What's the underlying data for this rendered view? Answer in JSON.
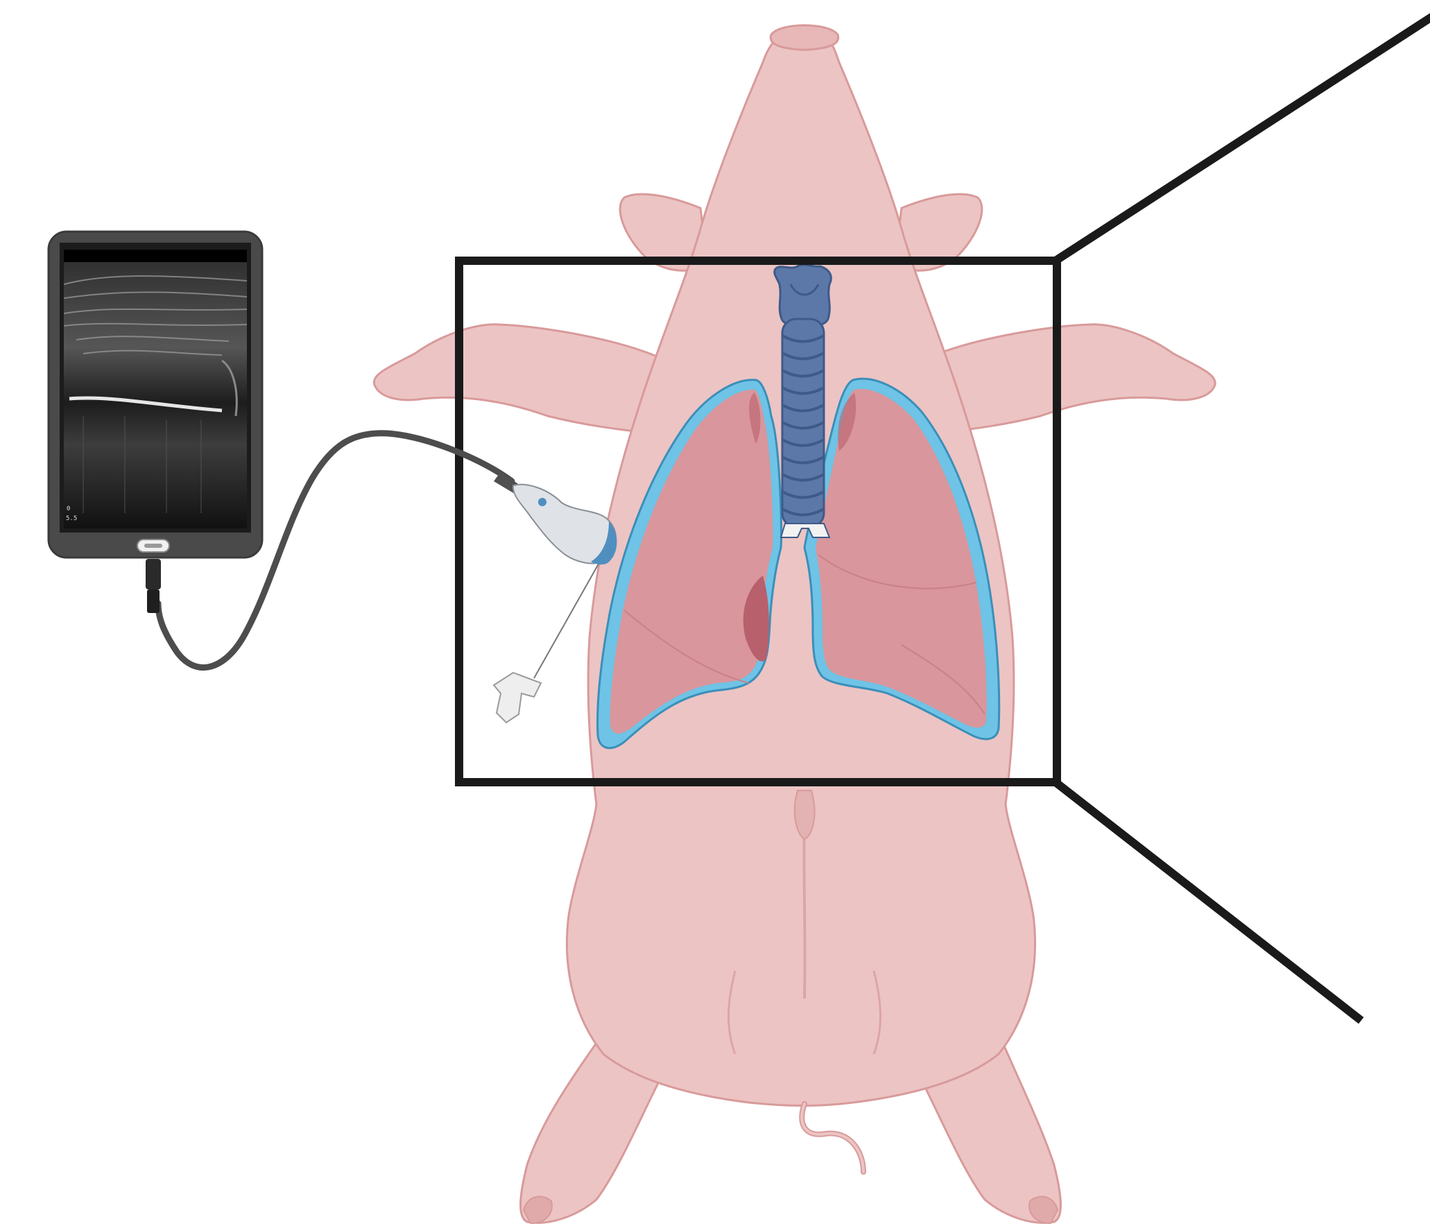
{
  "figure": {
    "ultrasound_screen": {
      "depth_readout_top": "0",
      "depth_readout_bottom": "5.5"
    },
    "colors": {
      "pig_skin": "#ecc4c4",
      "pig_outline": "#d99a9a",
      "lung_fill": "#d9969c",
      "lung_dark": "#b8606c",
      "pleura": "#6ec3e6",
      "pleura_edge": "#3b8fb8",
      "trachea": "#5b78a8",
      "trachea_dark": "#3f5a88",
      "frame": "#1a1a1a",
      "device_body": "#4a4a4a",
      "cable": "#4d4d4d",
      "probe": "#dfe2e6",
      "probe_tip": "#4f8fc0"
    },
    "icons": [
      "tablet-ultrasound-device",
      "ultrasound-probe-icon",
      "needle-syringe-icon",
      "pig-supine-illustration",
      "lungs-illustration",
      "trachea-illustration"
    ]
  }
}
